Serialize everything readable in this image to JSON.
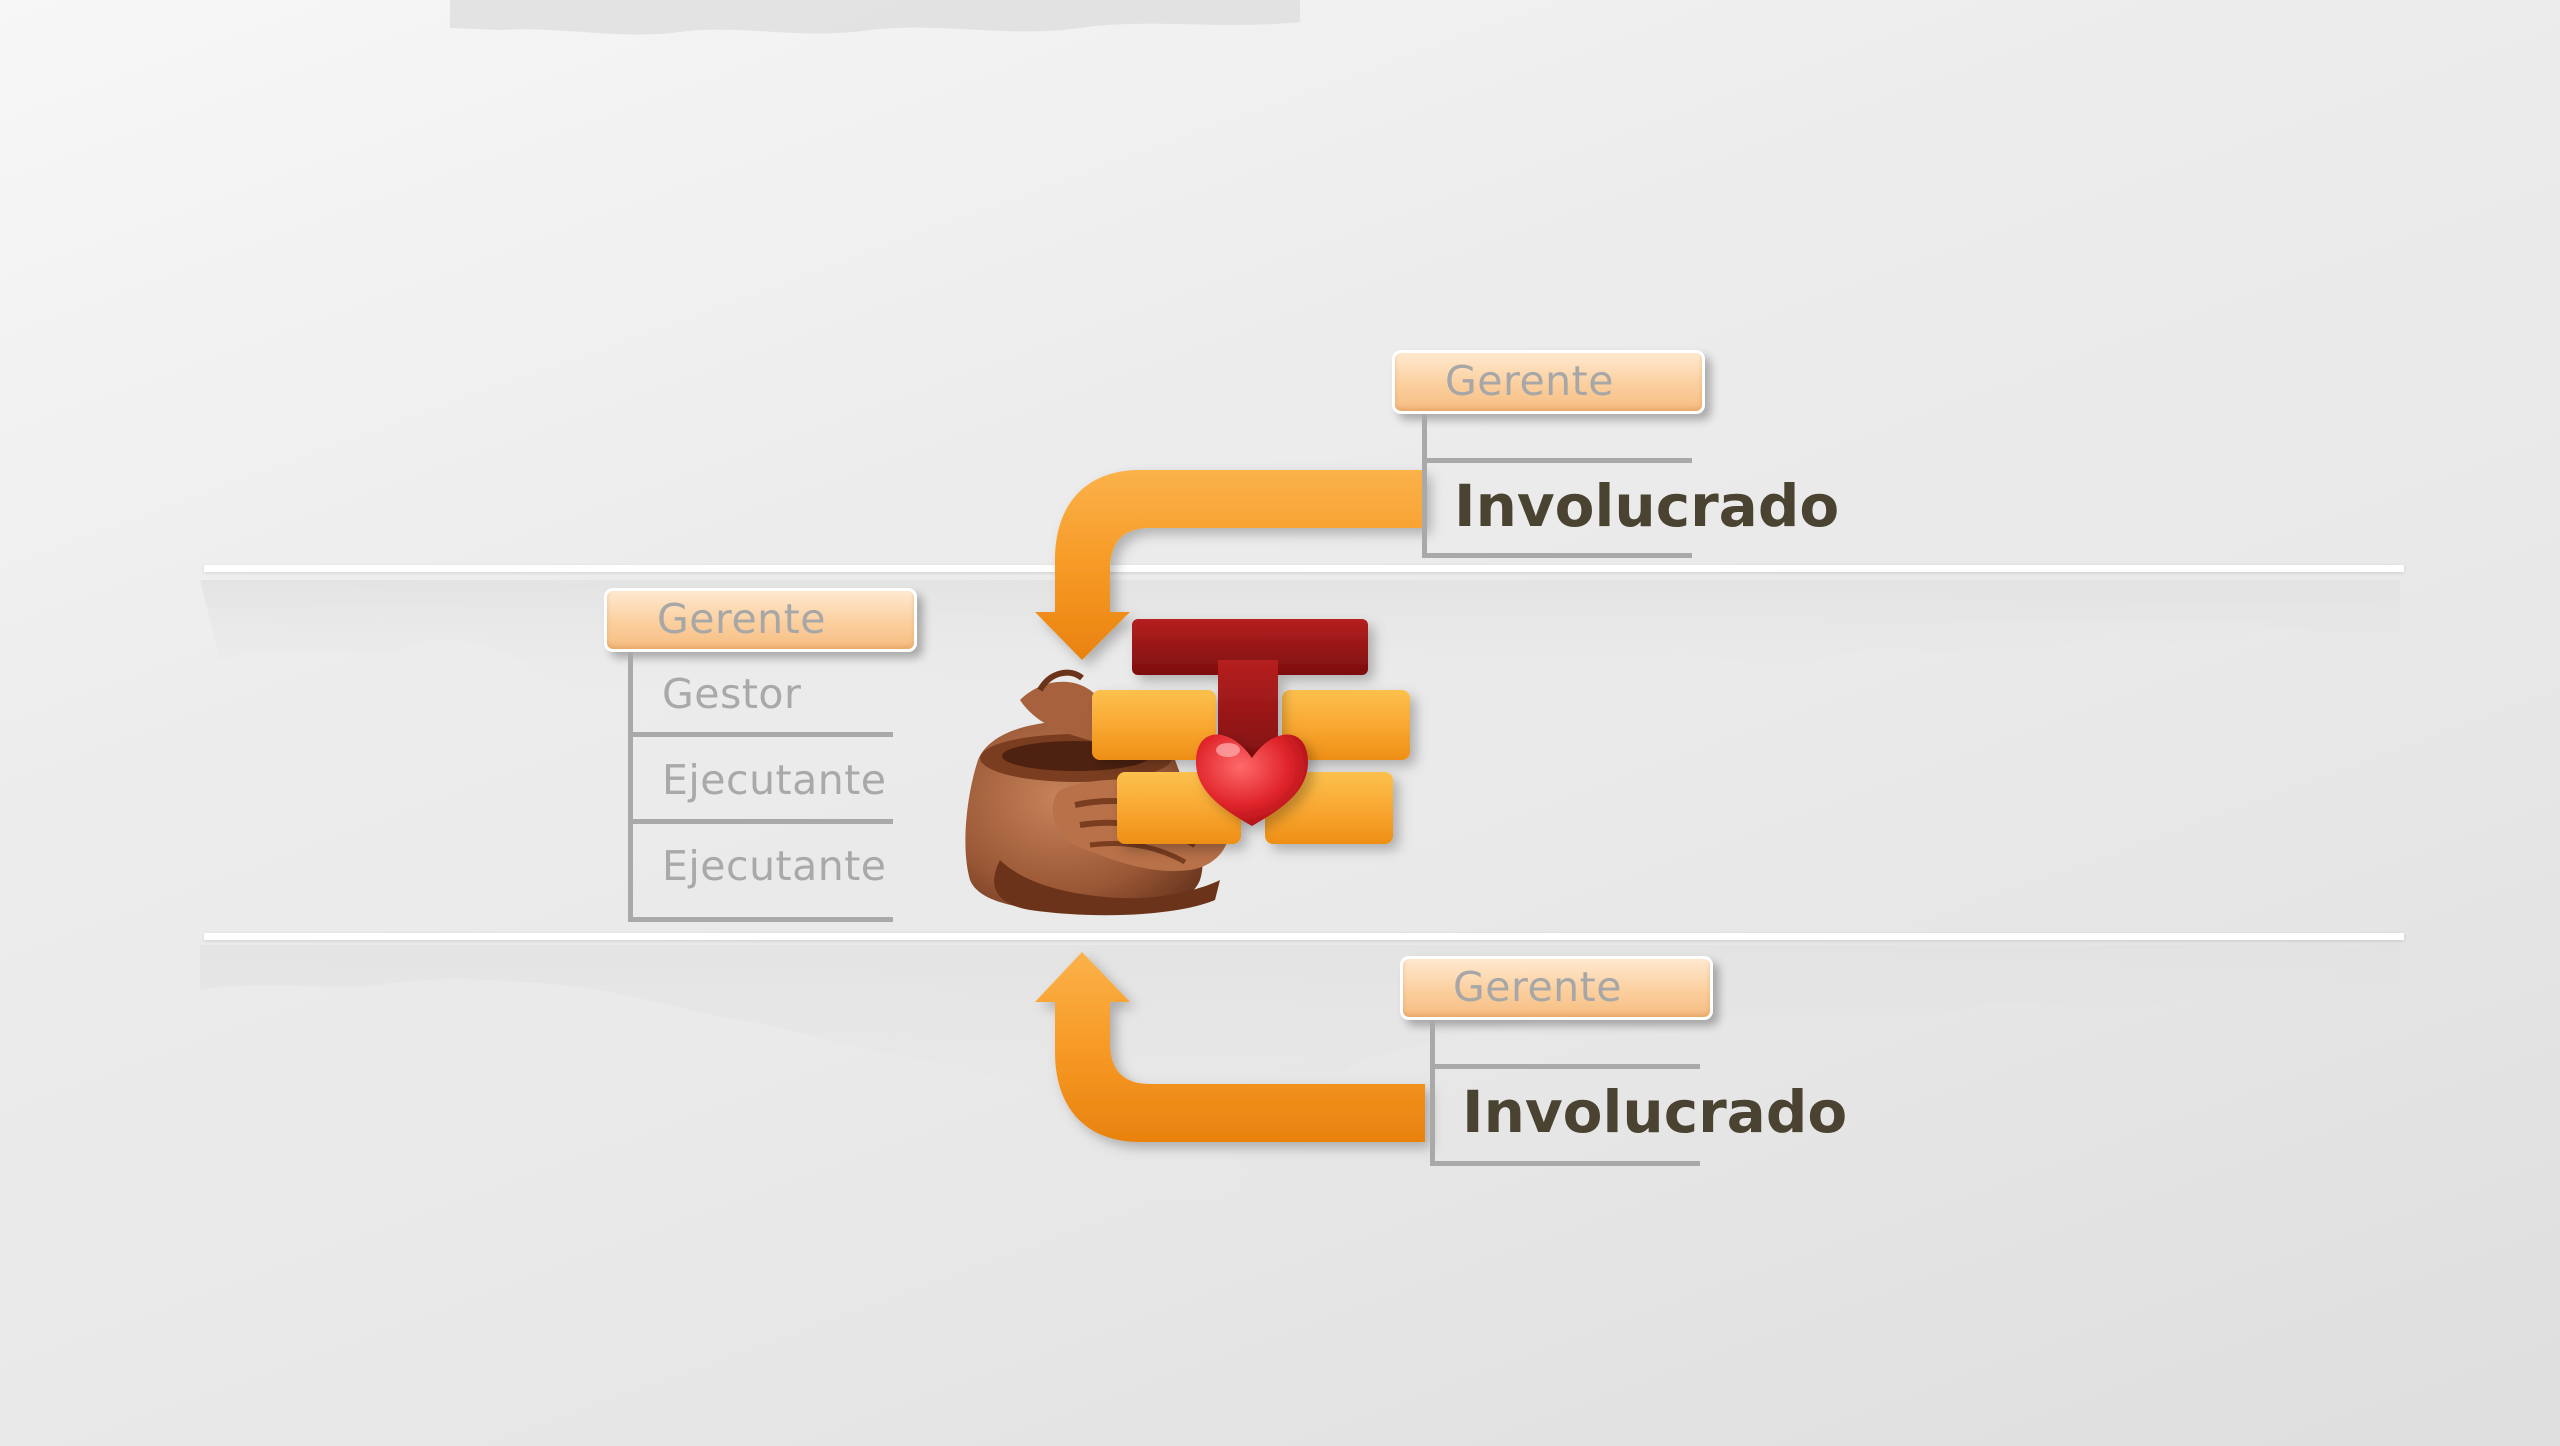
{
  "top_branch": {
    "role": "Gerente",
    "involvement": "Involucrado"
  },
  "left_branch": {
    "role": "Gerente",
    "subroles": [
      "Gestor",
      "Ejecutante",
      "Ejecutante"
    ]
  },
  "bottom_branch": {
    "role": "Gerente",
    "involvement": "Involucrado"
  },
  "colors": {
    "arrow": "#f7941d",
    "role_box": "#fbcf9e",
    "brick": "#f9a832",
    "t_bar": "#9c1515",
    "heart": "#e0252b",
    "pottery": "#8a4a2a",
    "label_dark": "#4a4331",
    "label_gray": "#a9a9a9"
  },
  "icons": [
    "pottery-hands-icon",
    "brick-wall-icon",
    "heart-icon",
    "t-letter-icon"
  ]
}
